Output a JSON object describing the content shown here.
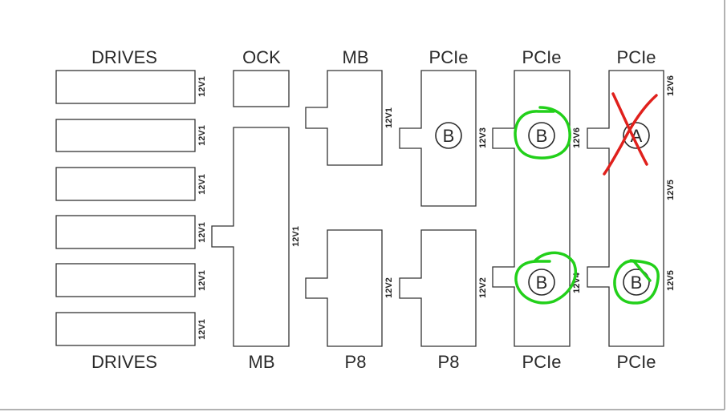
{
  "top_labels": [
    "DRIVES",
    "OCK",
    "MB",
    "PCIe",
    "PCIe",
    "PCIe"
  ],
  "bottom_labels": [
    "DRIVES",
    "MB",
    "P8",
    "P8",
    "PCIe",
    "PCIe"
  ],
  "drive_rail_labels": [
    "12V1",
    "12V1",
    "12V1",
    "12V1",
    "12V1",
    "12V1"
  ],
  "rails": {
    "mb_main": "12V1",
    "mb_top": "12V1",
    "p8_col3": "12V2",
    "pcie_col4": "12V3",
    "p8_col4": "12V2",
    "pcie_col5_top": "12V6",
    "pcie_col5_bottom": "12V4",
    "pcie_col6_top": "12V6",
    "pcie_col6_middle": "12V5",
    "pcie_col6_bottom": "12V5"
  },
  "markers": {
    "col4": "B",
    "col5_top": "B",
    "col5_bottom": "B",
    "col6_top": "A",
    "col6_bottom": "B"
  },
  "annotations": {
    "green_circle_color": "#22d01a",
    "red_cross_color": "#e0201c",
    "circled": [
      "col5_top",
      "col5_bottom",
      "col6_bottom"
    ],
    "crossed": [
      "col6_top"
    ]
  }
}
